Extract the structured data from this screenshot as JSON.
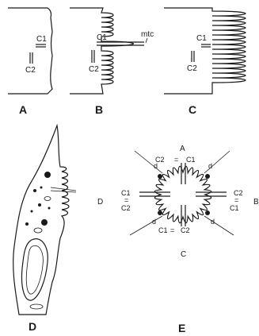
{
  "panels": {
    "a": {
      "label": "A",
      "c1": "C1",
      "c2": "C2"
    },
    "b": {
      "label": "B",
      "c1": "C1",
      "c2": "C2",
      "mtc": "mtc"
    },
    "c": {
      "label": "C",
      "c1": "C1",
      "c2": "C2"
    },
    "d": {
      "label": "D"
    },
    "e": {
      "label": "E",
      "dir_top": "A",
      "dir_bottom": "C",
      "dir_left": "D",
      "dir_right": "B",
      "top_c2": "C2",
      "top_c1": "C1",
      "left_c1": "C1",
      "left_c2": "C2",
      "right_c2": "C2",
      "right_c1": "C1",
      "bottom_c1": "C1",
      "bottom_c2": "C2",
      "d_label": "d"
    }
  }
}
